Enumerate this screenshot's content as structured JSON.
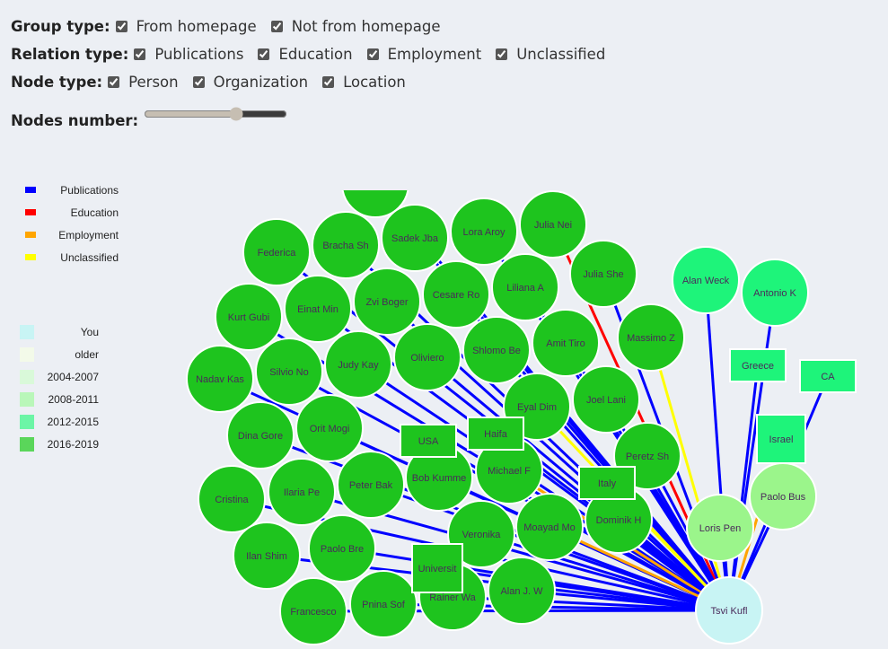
{
  "controls": {
    "group_type": {
      "label": "Group type:",
      "options": [
        {
          "label": "From homepage",
          "checked": true
        },
        {
          "label": "Not from homepage",
          "checked": true
        }
      ]
    },
    "relation_type": {
      "label": "Relation type:",
      "options": [
        {
          "label": "Publications",
          "checked": true
        },
        {
          "label": "Education",
          "checked": true
        },
        {
          "label": "Employment",
          "checked": true
        },
        {
          "label": "Unclassified",
          "checked": true
        }
      ]
    },
    "node_type": {
      "label": "Node type:",
      "options": [
        {
          "label": "Person",
          "checked": true
        },
        {
          "label": "Organization",
          "checked": true
        },
        {
          "label": "Location",
          "checked": true
        }
      ]
    },
    "nodes_number": {
      "label": "Nodes number:",
      "value": 66
    }
  },
  "legend": {
    "relations": [
      {
        "label": "Publications",
        "color": "#0000ff"
      },
      {
        "label": "Education",
        "color": "#ff0000"
      },
      {
        "label": "Employment",
        "color": "#ffa500"
      },
      {
        "label": "Unclassified",
        "color": "#ffff00"
      }
    ],
    "periods": [
      {
        "label": "You",
        "color": "#c8f4f4"
      },
      {
        "label": "older",
        "color": "#f3fae9"
      },
      {
        "label": "2004-2007",
        "color": "#d9f9d9"
      },
      {
        "label": "2008-2011",
        "color": "#b9f7b9"
      },
      {
        "label": "2012-2015",
        "color": "#6cf5a6"
      },
      {
        "label": "2016-2019",
        "color": "#5ad65a"
      }
    ]
  },
  "graph": {
    "center": {
      "label": "Tsvi Kufl",
      "color": "#c8f4f4"
    },
    "nodes": [
      {
        "label": "",
        "color": "#1ec41e",
        "link": "publications"
      },
      {
        "label": "Federica",
        "color": "#1ec41e",
        "link": "publications"
      },
      {
        "label": "Bracha Sh",
        "color": "#1ec41e",
        "link": "publications"
      },
      {
        "label": "Sadek Jba",
        "color": "#1ec41e",
        "link": "publications"
      },
      {
        "label": "Lora Aroy",
        "color": "#1ec41e",
        "link": "publications"
      },
      {
        "label": "Julia Nei",
        "color": "#1ec41e",
        "link": "education"
      },
      {
        "label": "Julia She",
        "color": "#1ec41e",
        "link": "publications"
      },
      {
        "label": "Kurt Gubi",
        "color": "#1ec41e",
        "link": "publications"
      },
      {
        "label": "Einat Min",
        "color": "#1ec41e",
        "link": "publications"
      },
      {
        "label": "Zvi Boger",
        "color": "#1ec41e",
        "link": "publications"
      },
      {
        "label": "Cesare Ro",
        "color": "#1ec41e",
        "link": "publications"
      },
      {
        "label": "Liliana A",
        "color": "#1ec41e",
        "link": "publications"
      },
      {
        "label": "Massimo Z",
        "color": "#1ec41e",
        "link": "unclassified"
      },
      {
        "label": "Nadav Kas",
        "color": "#1ec41e",
        "link": "publications"
      },
      {
        "label": "Silvio No",
        "color": "#1ec41e",
        "link": "publications"
      },
      {
        "label": "Judy Kay",
        "color": "#1ec41e",
        "link": "publications"
      },
      {
        "label": "Oliviero",
        "color": "#1ec41e",
        "link": "publications"
      },
      {
        "label": "Shlomo Be",
        "color": "#1ec41e",
        "link": "publications"
      },
      {
        "label": "Amit Tiro",
        "color": "#1ec41e",
        "link": "publications"
      },
      {
        "label": "Joel Lani",
        "color": "#1ec41e",
        "link": "publications"
      },
      {
        "label": "Dina Gore",
        "color": "#1ec41e",
        "link": "publications"
      },
      {
        "label": "Orit Mogi",
        "color": "#1ec41e",
        "link": "publications"
      },
      {
        "label": "Eyal Dim",
        "color": "#1ec41e",
        "link": "unclassified"
      },
      {
        "label": "Peretz Sh",
        "color": "#1ec41e",
        "link": "publications"
      },
      {
        "label": "Bob Kumme",
        "color": "#1ec41e",
        "link": "publications"
      },
      {
        "label": "Michael F",
        "color": "#1ec41e",
        "link": "employment"
      },
      {
        "label": "Cristina",
        "color": "#1ec41e",
        "link": "publications"
      },
      {
        "label": "Ilaria Pe",
        "color": "#1ec41e",
        "link": "publications"
      },
      {
        "label": "Peter Bak",
        "color": "#1ec41e",
        "link": "publications"
      },
      {
        "label": "Dominik H",
        "color": "#1ec41e",
        "link": "publications"
      },
      {
        "label": "Ilan Shim",
        "color": "#1ec41e",
        "link": "publications"
      },
      {
        "label": "Paolo Bre",
        "color": "#1ec41e",
        "link": "publications"
      },
      {
        "label": "Veronika",
        "color": "#1ec41e",
        "link": "publications"
      },
      {
        "label": "Moayad Mo",
        "color": "#1ec41e",
        "link": "employment"
      },
      {
        "label": "Francesco",
        "color": "#1ec41e",
        "link": "publications"
      },
      {
        "label": "Pnina Sof",
        "color": "#1ec41e",
        "link": "publications"
      },
      {
        "label": "Rainer Wa",
        "color": "#1ec41e",
        "link": "publications"
      },
      {
        "label": "Alan J. W",
        "color": "#1ec41e",
        "link": "publications"
      },
      {
        "label": "Alan Weck",
        "color": "#1ef47a",
        "link": "publications"
      },
      {
        "label": "Antonio K",
        "color": "#1ef47a",
        "link": "publications"
      },
      {
        "label": "Loris Pen",
        "color": "#9bf58b",
        "link": "publications"
      },
      {
        "label": "Paolo Bus",
        "color": "#9bf58b",
        "link": "publications"
      }
    ],
    "rects": [
      {
        "label": "USA",
        "color": "#1ec41e",
        "link": "publications"
      },
      {
        "label": "Haifa",
        "color": "#1ec41e",
        "link": "publications"
      },
      {
        "label": "Italy",
        "color": "#1ec41e",
        "link": "unclassified"
      },
      {
        "label": "Universit",
        "color": "#1ec41e",
        "link": "publications"
      },
      {
        "label": "Greece",
        "color": "#1ef47a",
        "link": "publications"
      },
      {
        "label": "CA",
        "color": "#1ef47a",
        "link": "publications"
      },
      {
        "label": "Israel",
        "color": "#1ef47a",
        "link": "employment"
      }
    ]
  }
}
